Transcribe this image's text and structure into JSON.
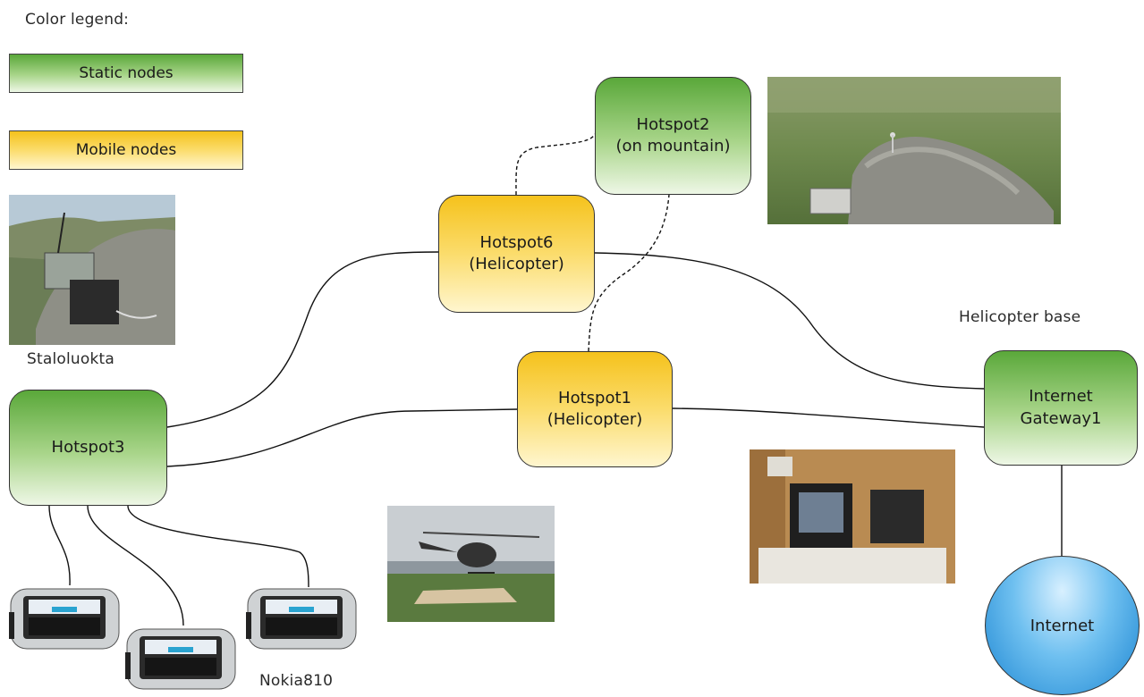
{
  "legend": {
    "title": "Color legend:",
    "static_label": "Static nodes",
    "mobile_label": "Mobile nodes"
  },
  "nodes": {
    "hotspot2": {
      "line1": "Hotspot2",
      "line2": "(on mountain)",
      "type": "static"
    },
    "hotspot6": {
      "line1": "Hotspot6",
      "line2": "(Helicopter)",
      "type": "mobile"
    },
    "hotspot1": {
      "line1": "Hotspot1",
      "line2": "(Helicopter)",
      "type": "mobile"
    },
    "hotspot3": {
      "line1": "Hotspot3",
      "type": "static"
    },
    "gateway": {
      "line1": "Internet",
      "line2": "Gateway1",
      "type": "static"
    },
    "internet": {
      "line1": "Internet"
    }
  },
  "captions": {
    "staloluokta": "Staloluokta",
    "helicopter_base": "Helicopter base",
    "nokia": "Nokia810"
  },
  "colors": {
    "static_top": "#5aa83a",
    "mobile_top": "#f5c21c",
    "internet": "#1d86d2"
  }
}
